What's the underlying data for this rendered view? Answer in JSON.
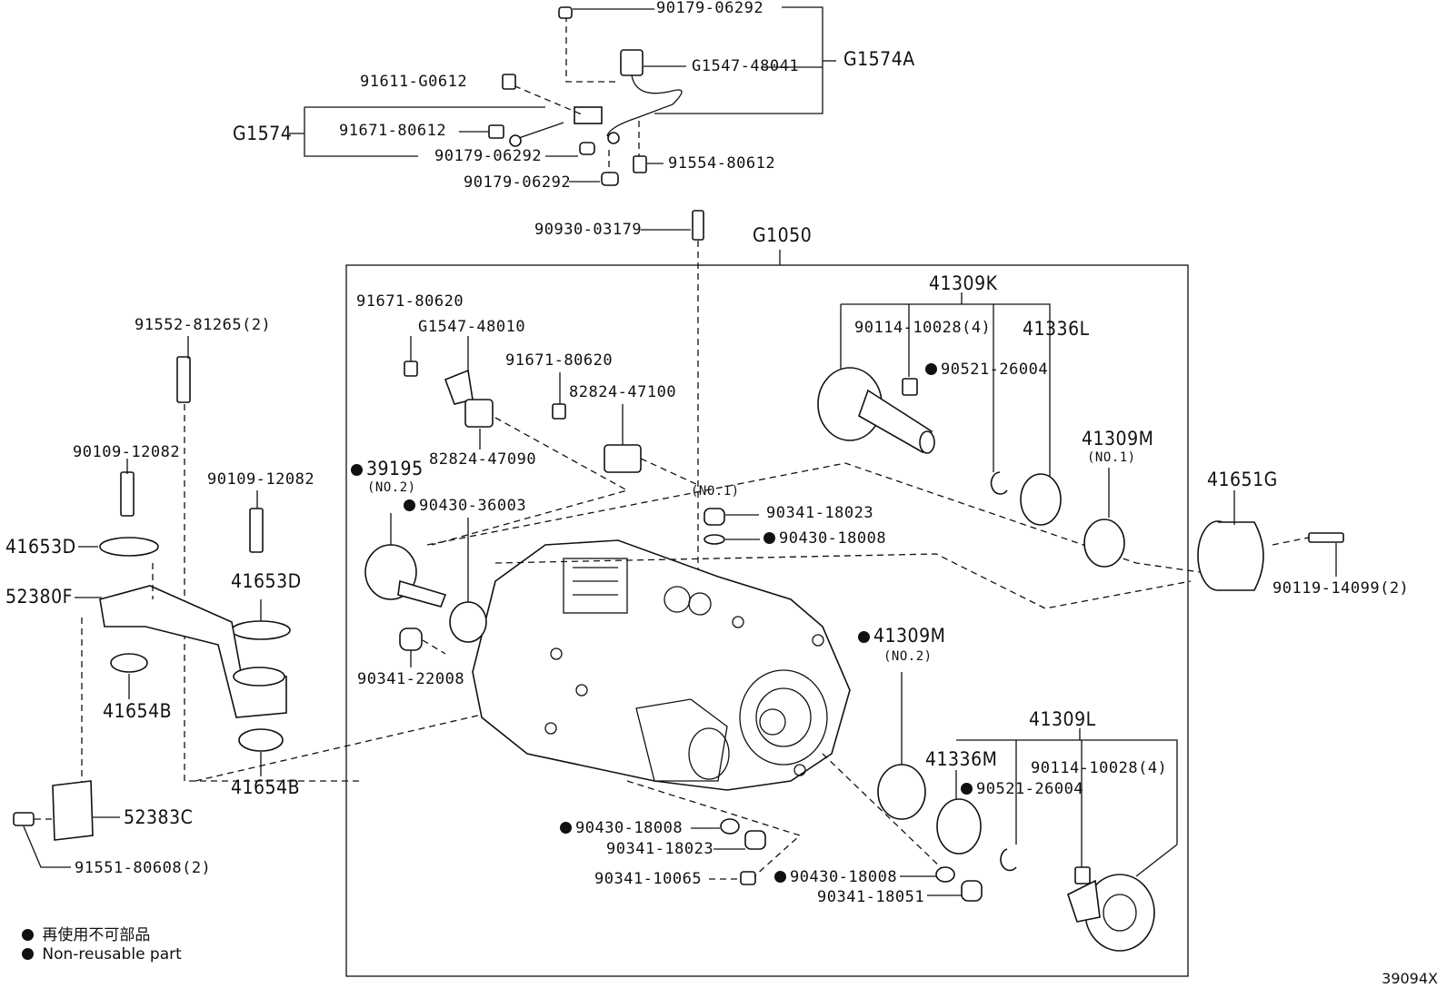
{
  "group_codes": {
    "g1574a": "G1574A",
    "g1574": "G1574",
    "g1050": "G1050"
  },
  "parts": {
    "p90179_06292_top": "90179-06292",
    "g1547_48041": "G1547-48041",
    "p91611_g0612": "91611-G0612",
    "p91671_80612": "91671-80612",
    "p90179_06292_mid": "90179-06292",
    "p91554_80612": "91554-80612",
    "p90179_06292_low": "90179-06292",
    "p90930_03179": "90930-03179",
    "p91671_80620_a": "91671-80620",
    "g1547_48010": "G1547-48010",
    "p91671_80620_b": "91671-80620",
    "p82824_47100": "82824-47100",
    "p82824_47090": "82824-47090",
    "p39195": "39195",
    "p39195_no": "(NO.2)",
    "p90430_36003": "90430-36003",
    "no1_tag": "(NO.1)",
    "p90341_18023_top": "90341-18023",
    "p90430_18008_top": "90430-18008",
    "p41309k": "41309K",
    "p90114_10028_top": "90114-10028(4)",
    "p90521_26004_top": "90521-26004",
    "p41336l": "41336L",
    "p41309m_1": "41309M",
    "p41309m_1_no": "(NO.1)",
    "p41651g": "41651G",
    "p90119_14099": "90119-14099(2)",
    "p91552_81265": "91552-81265(2)",
    "p90109_12082_a": "90109-12082",
    "p90109_12082_b": "90109-12082",
    "p41653d_a": "41653D",
    "p41653d_b": "41653D",
    "p52380f": "52380F",
    "p41654b_a": "41654B",
    "p41654b_b": "41654B",
    "p52383c": "52383C",
    "p91551_80608": "91551-80608(2)",
    "p90341_22008": "90341-22008",
    "p41309m_2": "41309M",
    "p41309m_2_no": "(NO.2)",
    "p41309l": "41309L",
    "p41336m": "41336M",
    "p90114_10028_bot": "90114-10028(4)",
    "p90521_26004_bot": "90521-26004",
    "p90430_18008_mid": "90430-18008",
    "p90341_18023_bot": "90341-18023",
    "p90341_10065": "90341-10065",
    "p90430_18008_bot": "90430-18008",
    "p90341_18051": "90341-18051"
  },
  "legend": {
    "jp": "再使用不可部品",
    "en": "Non-reusable part"
  },
  "figure_number": "39094X"
}
